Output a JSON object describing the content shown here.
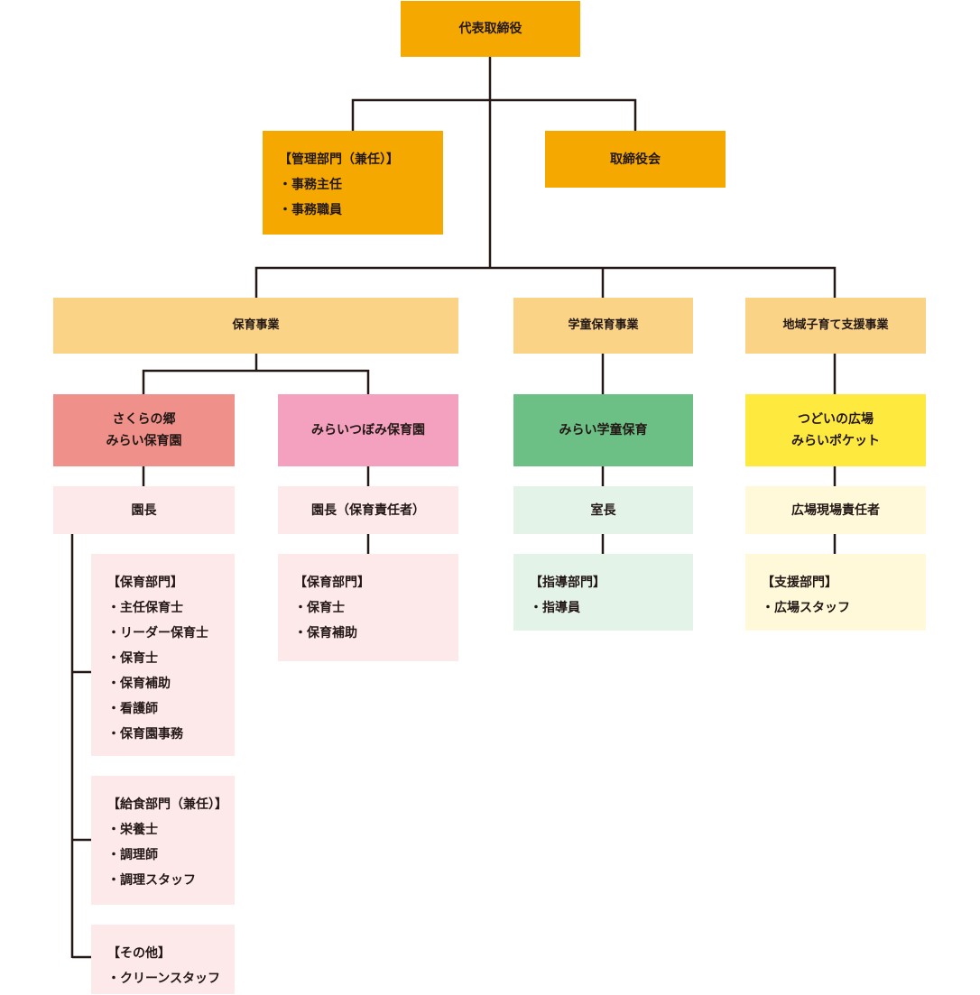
{
  "ceo": "代表取締役",
  "management": {
    "title": "【管理部門（兼任）】",
    "items": [
      "・事務主任",
      "・事務職員"
    ]
  },
  "board": "取締役会",
  "businesses": {
    "childcare": "保育事業",
    "school_care": "学童保育事業",
    "community": "地域子育て支援事業"
  },
  "facilities": {
    "sakura": {
      "line1": "さくらの郷",
      "line2": "みらい保育園"
    },
    "tsubomi": "みらいつぼみ保育園",
    "gakudo": "みらい学童保育",
    "hiroba": {
      "line1": "つどいの広場",
      "line2": "みらいポケット"
    }
  },
  "heads": {
    "sakura": "園長",
    "tsubomi": "園長（保育責任者）",
    "gakudo": "室長",
    "hiroba": "広場現場責任者"
  },
  "departments": {
    "sakura_childcare": {
      "title": "【保育部門】",
      "items": [
        "・主任保育士",
        "・リーダー保育士",
        "・保育士",
        "・保育補助",
        "・看護師",
        "・保育園事務"
      ]
    },
    "sakura_meal": {
      "title": "【給食部門（兼任）】",
      "items": [
        "・栄養士",
        "・調理師",
        "・調理スタッフ"
      ]
    },
    "sakura_other": {
      "title": "【その他】",
      "items": [
        "・クリーンスタッフ"
      ]
    },
    "tsubomi_childcare": {
      "title": "【保育部門】",
      "items": [
        "・保育士",
        "・保育補助"
      ]
    },
    "gakudo_guidance": {
      "title": "【指導部門】",
      "items": [
        "・指導員"
      ]
    },
    "hiroba_support": {
      "title": "【支援部門】",
      "items": [
        "・広場スタッフ"
      ]
    }
  },
  "colors": {
    "top": "#f5a900",
    "business": "#fad386",
    "sakura": "#ef908a",
    "sakura_light": "#fde9e9",
    "tsubomi": "#f4a1bf",
    "gakudo": "#6cc085",
    "gakudo_light": "#e4f3e8",
    "hiroba": "#fee93e",
    "hiroba_light": "#fff9d9",
    "connector": "#231815"
  }
}
